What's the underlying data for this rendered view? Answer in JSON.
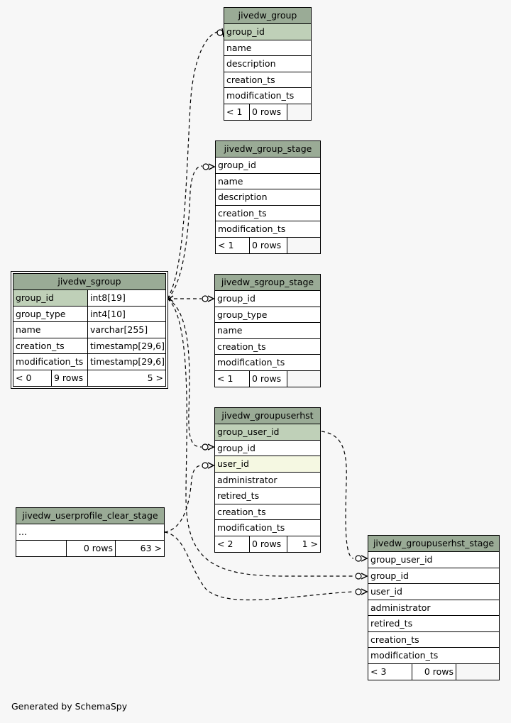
{
  "footer": "Generated by SchemaSpy",
  "colors": {
    "header": "#9aab96",
    "primary_key": "#bfd0b8",
    "foreign_key": "#f5f8e2",
    "background": "#f7f7f7"
  },
  "tables": {
    "jivedw_group": {
      "name": "jivedw_group",
      "columns": [
        "group_id",
        "name",
        "description",
        "creation_ts",
        "modification_ts"
      ],
      "footer": [
        "< 1",
        "0 rows",
        ""
      ]
    },
    "jivedw_group_stage": {
      "name": "jivedw_group_stage",
      "columns": [
        "group_id",
        "name",
        "description",
        "creation_ts",
        "modification_ts"
      ],
      "footer": [
        "< 1",
        "0 rows",
        ""
      ]
    },
    "jivedw_sgroup": {
      "name": "jivedw_sgroup",
      "columns": [
        {
          "name": "group_id",
          "type": "int8[19]"
        },
        {
          "name": "group_type",
          "type": "int4[10]"
        },
        {
          "name": "name",
          "type": "varchar[255]"
        },
        {
          "name": "creation_ts",
          "type": "timestamp[29,6]"
        },
        {
          "name": "modification_ts",
          "type": "timestamp[29,6]"
        }
      ],
      "footer": [
        "< 0",
        "9 rows",
        "5 >"
      ]
    },
    "jivedw_sgroup_stage": {
      "name": "jivedw_sgroup_stage",
      "columns": [
        "group_id",
        "group_type",
        "name",
        "creation_ts",
        "modification_ts"
      ],
      "footer": [
        "< 1",
        "0 rows",
        ""
      ]
    },
    "jivedw_groupuserhst": {
      "name": "jivedw_groupuserhst",
      "columns": [
        "group_user_id",
        "group_id",
        "user_id",
        "administrator",
        "retired_ts",
        "creation_ts",
        "modification_ts"
      ],
      "footer": [
        "< 2",
        "0 rows",
        "1 >"
      ]
    },
    "jivedw_userprofile_clear_stage": {
      "name": "jivedw_userprofile_clear_stage",
      "columns": [
        "..."
      ],
      "footer": [
        "",
        "0 rows",
        "63 >"
      ]
    },
    "jivedw_groupuserhst_stage": {
      "name": "jivedw_groupuserhst_stage",
      "columns": [
        "group_user_id",
        "group_id",
        "user_id",
        "administrator",
        "retired_ts",
        "creation_ts",
        "modification_ts"
      ],
      "footer": [
        "< 3",
        "0 rows",
        ""
      ]
    }
  }
}
